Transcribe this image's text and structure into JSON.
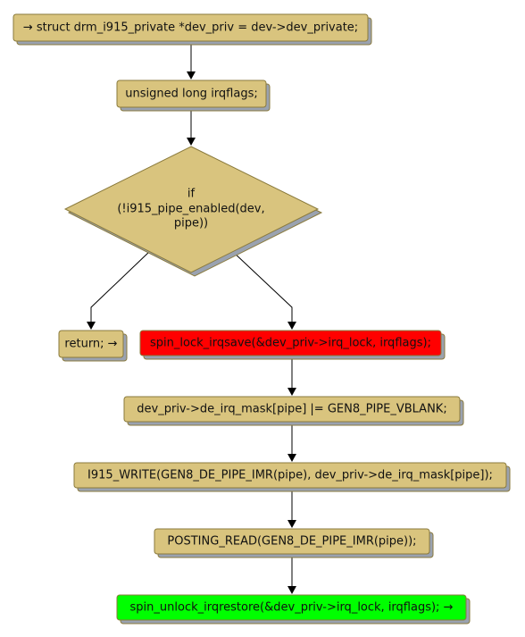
{
  "colors": {
    "default_fill": "#d9c47e",
    "error_fill": "#ff0000",
    "success_fill": "#00ff00"
  },
  "nodes": {
    "start": {
      "label": "→ struct drm_i915_private *dev_priv = dev->dev_private;"
    },
    "decl": {
      "label": "unsigned long irqflags;"
    },
    "cond": {
      "lines": [
        "if",
        "(!i915_pipe_enabled(dev,",
        "pipe))"
      ]
    },
    "ret": {
      "label": "return; →"
    },
    "lock": {
      "label": "spin_lock_irqsave(&dev_priv->irq_lock, irqflags);"
    },
    "mask": {
      "label": "dev_priv->de_irq_mask[pipe] |= GEN8_PIPE_VBLANK;"
    },
    "write": {
      "label": "I915_WRITE(GEN8_DE_PIPE_IMR(pipe), dev_priv->de_irq_mask[pipe]);"
    },
    "post": {
      "label": "POSTING_READ(GEN8_DE_PIPE_IMR(pipe));"
    },
    "unlock": {
      "label": "spin_unlock_irqrestore(&dev_priv->irq_lock, irqflags); →"
    }
  }
}
